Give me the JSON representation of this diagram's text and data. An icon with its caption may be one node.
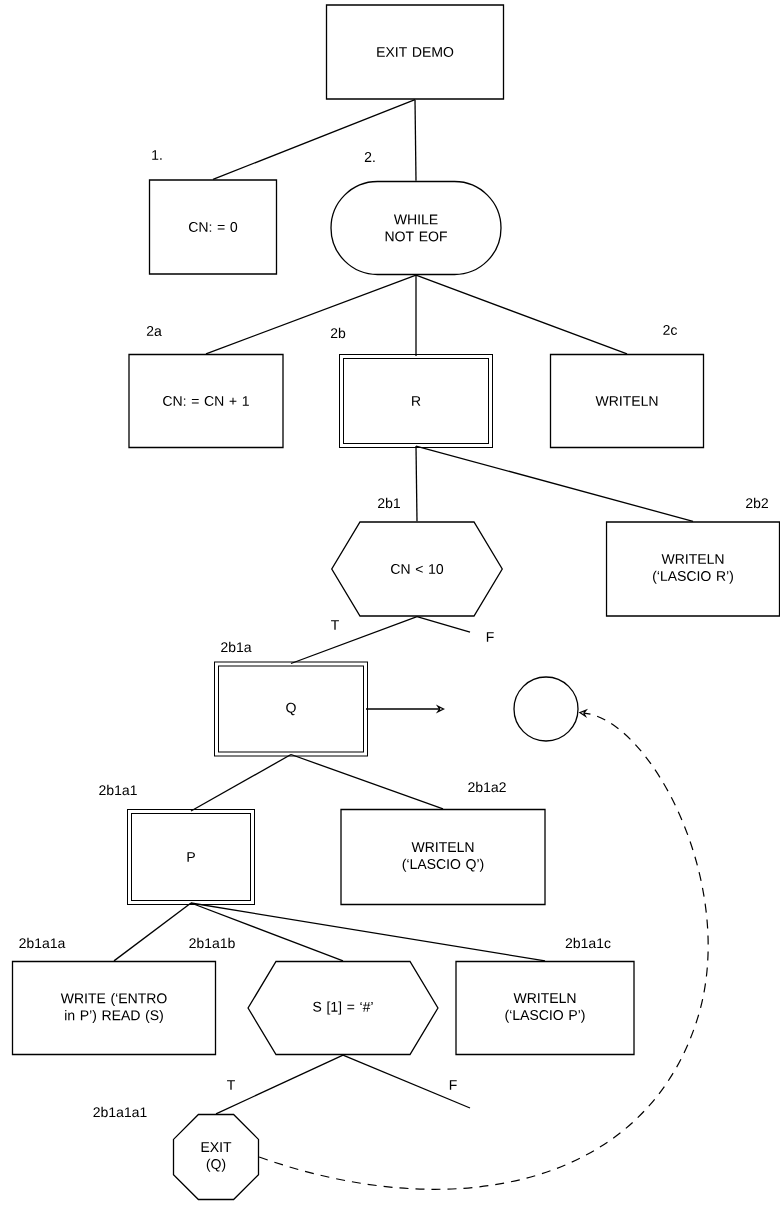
{
  "diagram": {
    "nodes": [
      {
        "text": [
          "EXIT DEMO"
        ]
      },
      {
        "text": [
          "CN: = 0"
        ],
        "beside": [
          "1."
        ]
      },
      {
        "text": [
          "WHILE NOT EOF"
        ],
        "beside": [
          "2."
        ]
      },
      {
        "text": [
          "CN: = CN + 1"
        ],
        "beside": [
          "2a"
        ]
      },
      {
        "text": [
          "R"
        ],
        "beside": [
          "2b"
        ]
      },
      {
        "text": [
          "WRITELN"
        ],
        "beside": [
          "2c"
        ]
      },
      {
        "text": [
          "CN < 10"
        ],
        "beside": [
          "2b1"
        ]
      },
      {
        "text": [
          "WRITELN (‘LASCIO R’)"
        ],
        "beside": [
          "2b2"
        ]
      },
      {
        "text": [
          "Q"
        ],
        "beside": [
          "2b1a"
        ]
      },
      {
        "text": [],
        "shape": "circle"
      },
      {
        "text": [
          "P"
        ],
        "beside": [
          "2b1a1"
        ]
      },
      {
        "text": [
          "WRITELN (‘LASCIO Q’)"
        ],
        "beside": [
          "2b1a2"
        ]
      },
      {
        "text": [
          "WRITE (‘ENTRO in P’) READ (S)"
        ],
        "beside": [
          "2b1a1a"
        ]
      },
      {
        "text": [
          "S [1] = ‘#’"
        ],
        "beside": [
          "2b1a1b"
        ]
      },
      {
        "text": [
          "WRITELN (‘LASCIO P’)"
        ],
        "beside": [
          "2b1a1c"
        ]
      },
      {
        "text": [
          "EXIT (Q)"
        ],
        "beside": [
          "2b1a1a1"
        ]
      }
    ],
    "edges": [
      {
        "from": 0,
        "to": 1,
        "arrow": "none"
      },
      {
        "from": 0,
        "to": 2,
        "arrow": "none"
      },
      {
        "from": 2,
        "to": 3,
        "arrow": "none"
      },
      {
        "from": 2,
        "to": 4,
        "arrow": "none"
      },
      {
        "from": 2,
        "to": 5,
        "arrow": "none"
      },
      {
        "from": 4,
        "to": 6,
        "arrow": "none"
      },
      {
        "from": 4,
        "to": 7,
        "arrow": "none"
      },
      {
        "from": 6,
        "to": 8,
        "arrow": "none",
        "label": "T"
      },
      {
        "from": 6,
        "to": null,
        "arrow": "none",
        "label": "F"
      },
      {
        "from": 8,
        "to": null,
        "arrow": "to"
      },
      {
        "from": 8,
        "to": 10,
        "arrow": "none"
      },
      {
        "from": 8,
        "to": 11,
        "arrow": "none"
      },
      {
        "from": 10,
        "to": 12,
        "arrow": "none"
      },
      {
        "from": 10,
        "to": 13,
        "arrow": "none"
      },
      {
        "from": 10,
        "to": 14,
        "arrow": "none"
      },
      {
        "from": 13,
        "to": 15,
        "arrow": "none",
        "label": "T"
      },
      {
        "from": 13,
        "to": null,
        "arrow": "none",
        "label": "F"
      },
      {
        "from": 15,
        "to": 9,
        "arrow": "to",
        "style": "dashed"
      }
    ]
  }
}
